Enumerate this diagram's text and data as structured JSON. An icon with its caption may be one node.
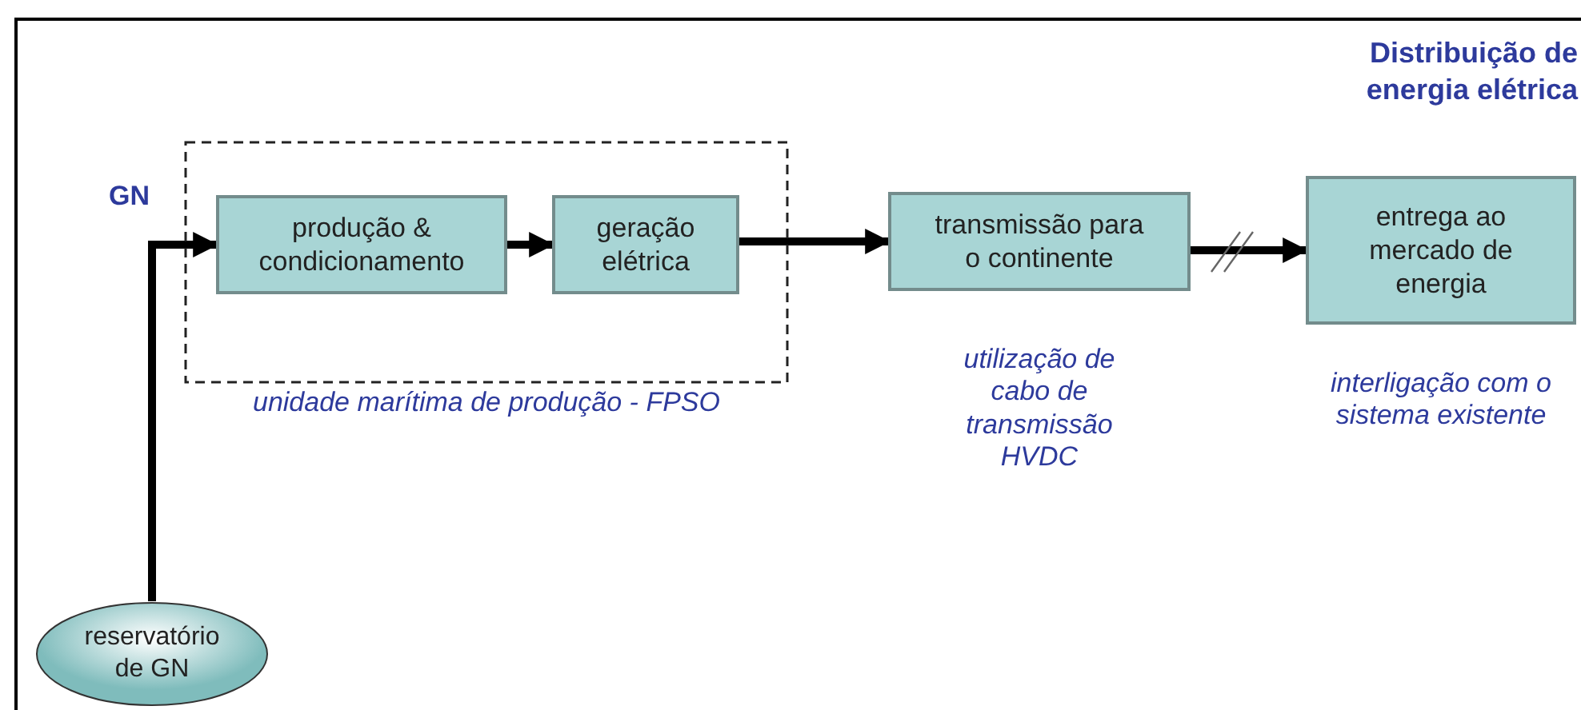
{
  "diagram": {
    "nodes": [
      {
        "text": [
          "unidade marítima de produção - FPSO"
        ]
      },
      {
        "text": [
          "produção & condicionamento"
        ],
        "in": 0
      },
      {
        "text": [
          "geração elétrica"
        ],
        "in": 0
      },
      {
        "text": [
          "transmissão para o continente"
        ],
        "beside": [
          "utilização de cabo de transmissão HVDC"
        ]
      },
      {
        "text": [
          "entrega ao mercado de energia"
        ],
        "beside": [
          "interligação com o sistema existente"
        ]
      },
      {
        "text": [
          "reservatório de GN"
        ]
      }
    ],
    "edges": [
      {
        "from": 5,
        "to": 1,
        "arrow": "to"
      },
      {
        "from": 1,
        "to": 2,
        "arrow": "to"
      },
      {
        "from": 2,
        "to": 3,
        "arrow": "to"
      },
      {
        "from": 3,
        "to": 4,
        "arrow": "to"
      }
    ],
    "labels": [
      "Distribuição de energia elétrica",
      "GN"
    ]
  }
}
